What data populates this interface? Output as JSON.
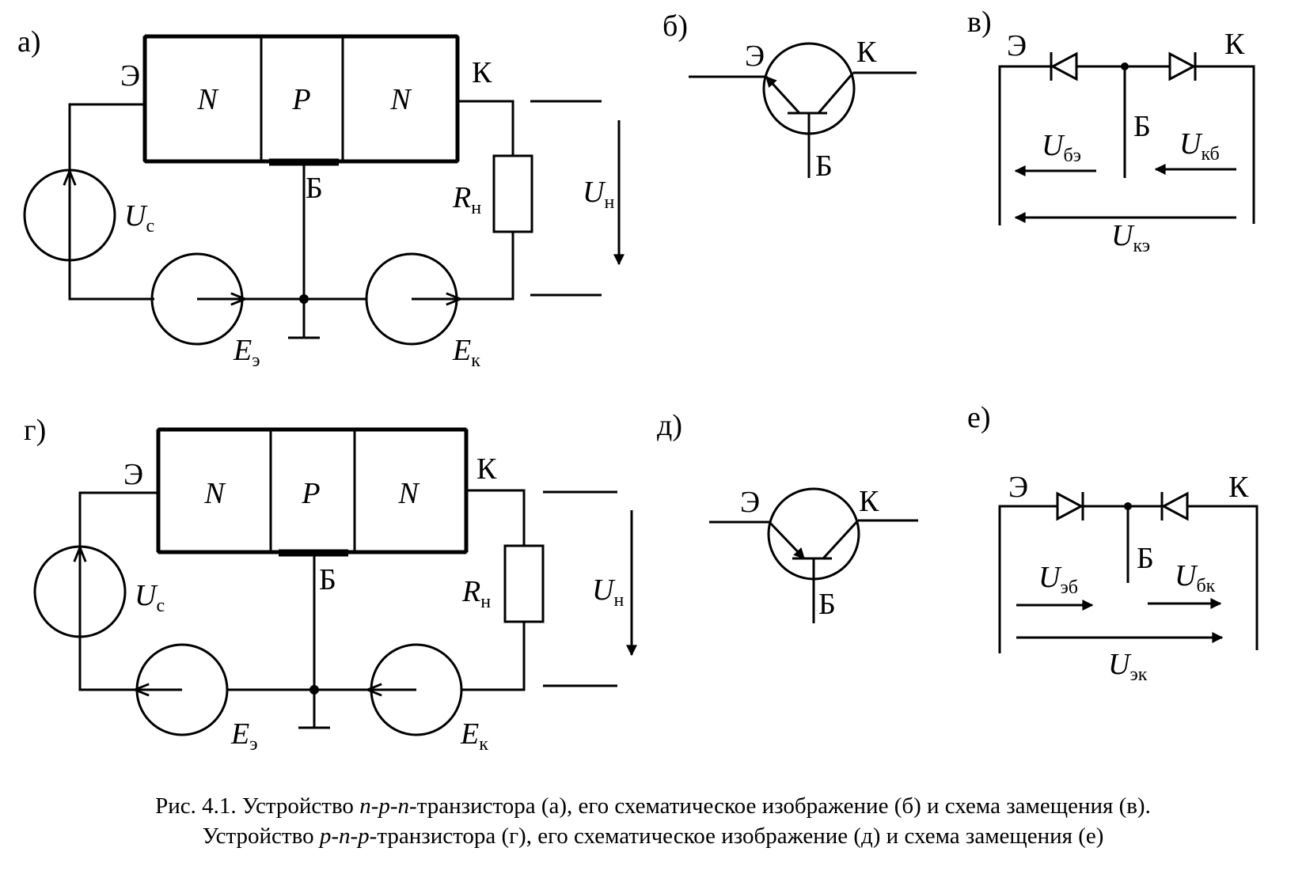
{
  "panels": {
    "a": "а)",
    "b": "б)",
    "v": "в)",
    "g": "г)",
    "d": "д)",
    "e": "е)"
  },
  "terms": {
    "emitter": "Э",
    "collector": "К",
    "base": "Б"
  },
  "regions": {
    "n": "N",
    "p": "P"
  },
  "symbols": {
    "U": "U",
    "R": "R",
    "E": "E",
    "sub_s": "с",
    "sub_n": "н",
    "sub_e": "э",
    "sub_k": "к",
    "sub_be": "бэ",
    "sub_kb": "кб",
    "sub_ke": "кэ",
    "sub_eb": "эб",
    "sub_bk": "бк",
    "sub_ek": "эк"
  },
  "caption": {
    "l1_a": "Рис. 4.1. Устройство ",
    "l1_type": "n-p-n",
    "l1_b": "-транзистора (а), его схематическое изображение (б) и схема замещения (в).",
    "l2_a": "Устройство ",
    "l2_type": "p-n-p",
    "l2_b": "-транзистора (г), его схематическое изображение (д) и схема замещения (е)"
  }
}
